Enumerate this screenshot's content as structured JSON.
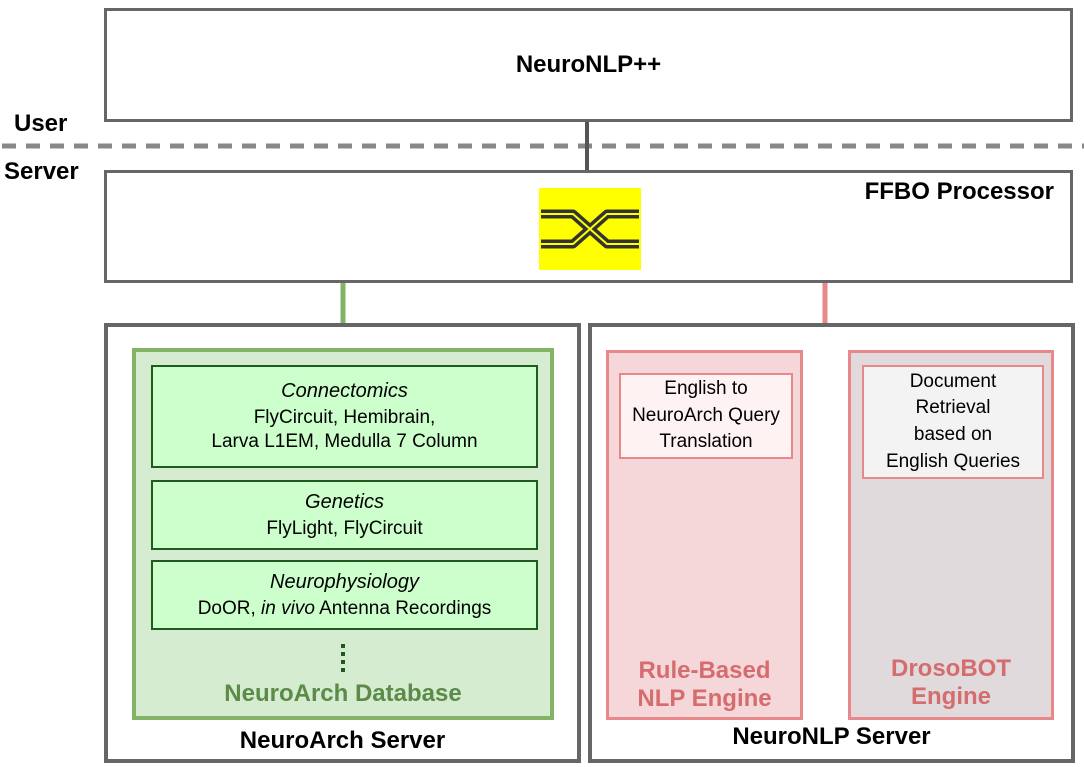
{
  "user_box": {
    "title": "NeuroNLP++"
  },
  "layer_labels": {
    "user": "User",
    "server": "Server"
  },
  "processor": {
    "title": "FFBO Processor",
    "icon": "crossbar-switch-icon",
    "icon_bg": "#ffff00"
  },
  "neuroarch_server": {
    "title": "NeuroArch Server",
    "database": {
      "title": "NeuroArch Database",
      "items": [
        {
          "heading": "Connectomics",
          "lines": [
            "FlyCircuit, Hemibrain,",
            "Larva L1EM, Medulla 7 Column"
          ]
        },
        {
          "heading": "Genetics",
          "lines": [
            "FlyLight, FlyCircuit"
          ]
        },
        {
          "heading": "Neurophysiology",
          "line_pre": "DoOR, ",
          "line_em": "in vivo",
          "line_post": " Antenna Recordings"
        }
      ],
      "more": "⋮"
    }
  },
  "neuronlp_server": {
    "title": "NeuroNLP Server",
    "engines": [
      {
        "title_lines": [
          "Rule-Based",
          "NLP Engine"
        ],
        "desc_lines": [
          "English to",
          "NeuroArch Query",
          "Translation"
        ]
      },
      {
        "title_lines": [
          "DrosoBOT",
          "Engine"
        ],
        "desc_lines": [
          "Document",
          "Retrieval",
          "based on",
          "English Queries"
        ]
      }
    ]
  },
  "colors": {
    "box_border": "#666666",
    "neuroarch_green": "#82b366",
    "neuroarch_fill": "#d5ecd0",
    "item_fill": "#ccffcc",
    "nlp_red": "#e8888a",
    "rule_engine_fill": "#f5d7d9",
    "drosobot_fill": "#e0dadc"
  }
}
